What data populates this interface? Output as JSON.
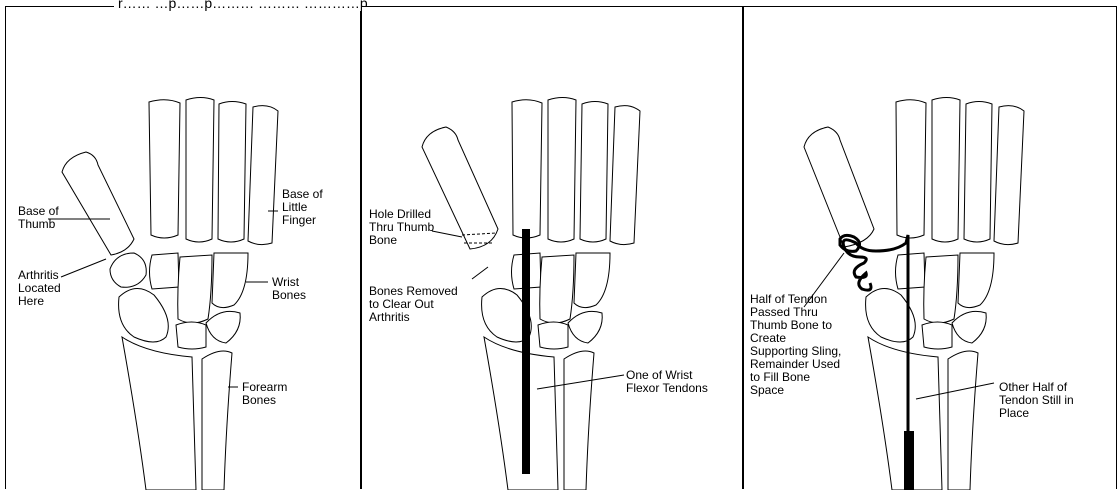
{
  "top_caption": "r…… …p……p……… ……… …………p…………",
  "panels": [
    {
      "labels": {
        "base_of_thumb": "Base of\nThumb",
        "arthritis": "Arthritis\nLocated\nHere",
        "base_little_finger": "Base of\nLittle\nFinger",
        "wrist_bones": "Wrist\nBones",
        "forearm_bones": "Forearm\nBones"
      }
    },
    {
      "labels": {
        "hole_drilled": "Hole Drilled\nThru Thumb\nBone",
        "bones_removed": "Bones Removed\nto Clear Out\nArthritis",
        "flexor_tendon": "One of Wrist\nFlexor Tendons"
      }
    },
    {
      "labels": {
        "half_tendon": "Half of Tendon\nPassed Thru\nThumb Bone to\nCreate\nSupporting Sling,\nRemainder Used\nto Fill Bone\nSpace",
        "other_half": "Other Half of\nTendon Still in\nPlace"
      }
    }
  ]
}
